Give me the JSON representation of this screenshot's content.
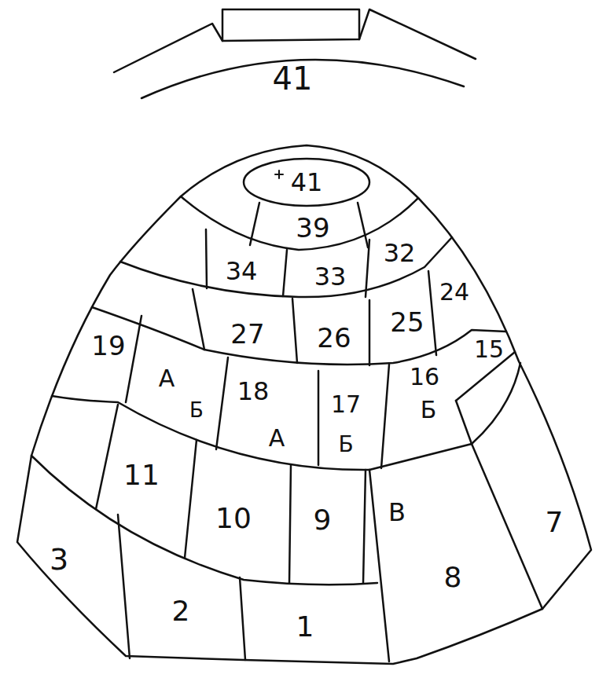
{
  "diagram": {
    "labels": [
      "41",
      "41",
      "39",
      "34",
      "33",
      "32",
      "24",
      "27",
      "26",
      "25",
      "19",
      "15",
      "А",
      "Б",
      "18",
      "А",
      "17",
      "Б",
      "16",
      "Б",
      "11",
      "10",
      "9",
      "В",
      "7",
      "8",
      "3",
      "2",
      "1"
    ]
  }
}
